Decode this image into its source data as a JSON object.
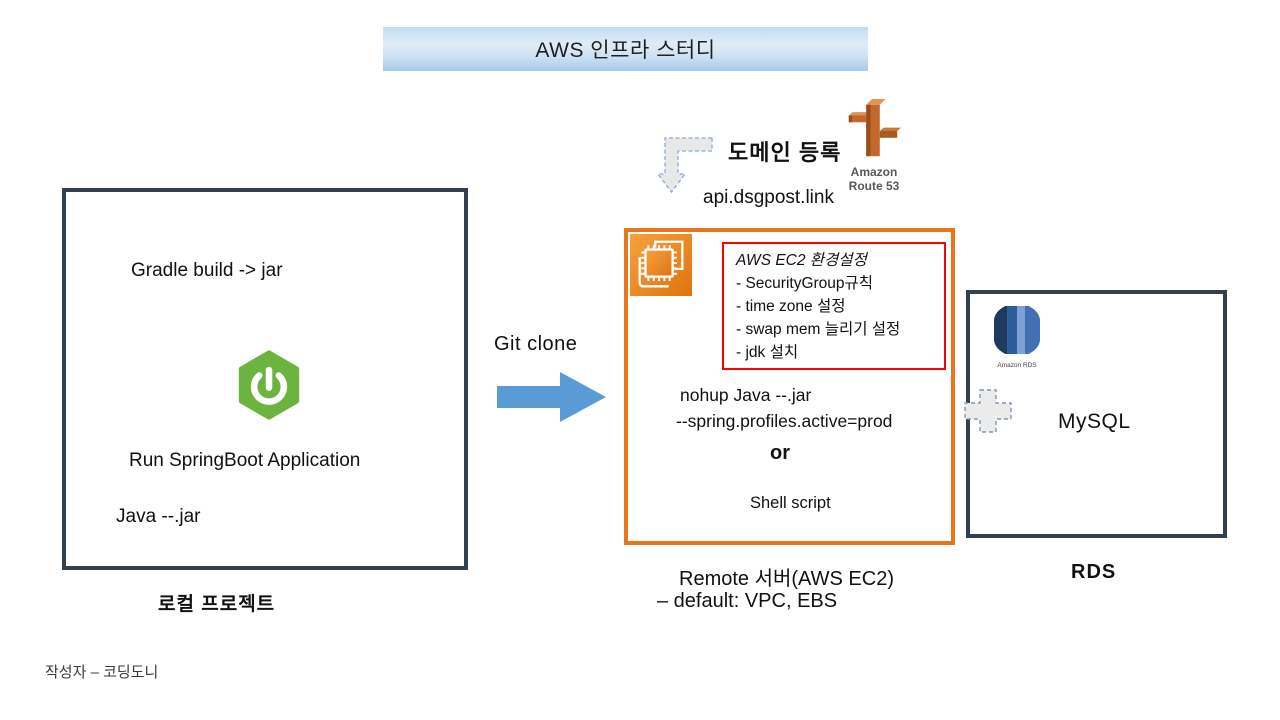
{
  "slide": {
    "title": "AWS 인프라 스터디",
    "author": "작성자 – 코딩도니"
  },
  "local_project": {
    "build_line": "Gradle build  -> jar",
    "run_line": "Run SpringBoot Application",
    "java_line": "Java --.jar",
    "caption": "로컬 프로젝트",
    "icon": "spring-boot-logo"
  },
  "transfer": {
    "label": "Git clone",
    "icon": "right-arrow"
  },
  "domain": {
    "action_label": "도메인 등록",
    "service_name": "Amazon Route 53",
    "url": "api.dsgpost.link",
    "icons": [
      "dashed-elbow-arrow",
      "route53-signpost"
    ]
  },
  "ec2": {
    "config_title": "AWS EC2 환경설정",
    "config_items": [
      "- SecurityGroup규칙",
      "- time zone 설정",
      "- swap mem 늘리기 설정",
      "- jdk 설치"
    ],
    "command_line1": "nohup Java --.jar",
    "command_line2": "--spring.profiles.active=prod",
    "or_label": "or",
    "alt_command": "Shell script",
    "caption_line1": "Remote 서버(AWS EC2)",
    "caption_line2": "– default: VPC, EBS",
    "icon": "ec2-chip"
  },
  "rds": {
    "icon_label": "Amazon RDS",
    "engine": "MySQL",
    "caption": "RDS",
    "icons": [
      "rds-database",
      "dashed-plus"
    ]
  },
  "colors": {
    "box_border": "#33404F",
    "ec2_border": "#E8761D",
    "config_border": "#FF0000",
    "arrow_blue": "#5B9BD5",
    "spring_green": "#6DB33F",
    "aws_orange": "#EF8318",
    "route53_orange": "#C2692B",
    "rds_blue": "#2D5C9C",
    "banner_top": "#C3DBF0",
    "banner_bottom": "#A4CAE9"
  }
}
